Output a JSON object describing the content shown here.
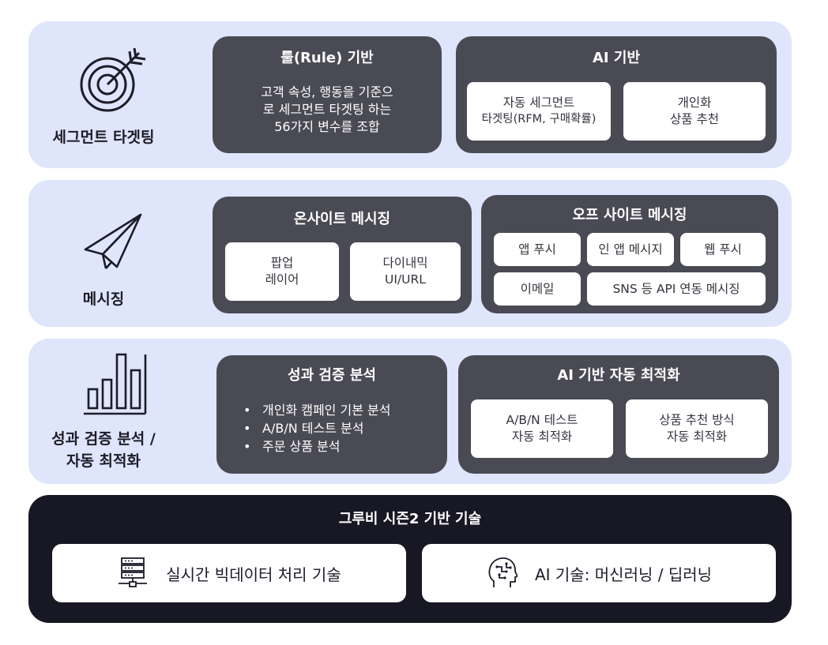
{
  "segment": {
    "label": "세그먼트 타겟팅",
    "rule_panel": {
      "title": "룰(Rule) 기반",
      "lines": [
        "고객 속성, 행동을 기준으",
        "로 세그먼트 타겟팅 하는",
        "56가지 변수를 조합"
      ]
    },
    "ai_panel": {
      "title": "AI 기반",
      "chips": [
        {
          "lines": [
            "자동 세그먼트",
            "타겟팅(RFM, 구매확률)"
          ]
        },
        {
          "lines": [
            "개인화",
            "상품 추천"
          ]
        }
      ]
    }
  },
  "messaging": {
    "label": "메시징",
    "onsite_panel": {
      "title": "온사이트 메시징",
      "chips": [
        {
          "lines": [
            "팝업",
            "레이어"
          ]
        },
        {
          "lines": [
            "다이내믹",
            "UI/URL"
          ]
        }
      ]
    },
    "offsite_panel": {
      "title": "오프 사이트 메시징",
      "chips": [
        "앱 푸시",
        "인 앱 메시지",
        "웹 푸시",
        "이메일",
        "SNS 등 API 연동 메시징"
      ]
    }
  },
  "analysis": {
    "label_lines": [
      "성과 검증 분석 /",
      "자동 최적화"
    ],
    "verify_panel": {
      "title": "성과 검증 분석",
      "bullets": [
        "개인화 캠페인 기본 분석",
        "A/B/N 테스트 분석",
        "주문 상품 분석"
      ]
    },
    "auto_panel": {
      "title": "AI 기반 자동 최적화",
      "chips": [
        {
          "lines": [
            "A/B/N 테스트",
            "자동 최적화"
          ]
        },
        {
          "lines": [
            "상품 추천 방식",
            "자동 최적화"
          ]
        }
      ]
    }
  },
  "foundation": {
    "title": "그루비 시즌2 기반 기술",
    "items": [
      {
        "icon": "server-icon",
        "label": "실시간 빅데이터 처리 기술"
      },
      {
        "icon": "ai-head-icon",
        "label": "AI 기술: 머신러닝 / 딥러닝"
      }
    ]
  },
  "colors": {
    "band": "#dfe5fb",
    "panel": "#4a4a55",
    "foundation": "#181824",
    "chip": "#ffffff"
  }
}
